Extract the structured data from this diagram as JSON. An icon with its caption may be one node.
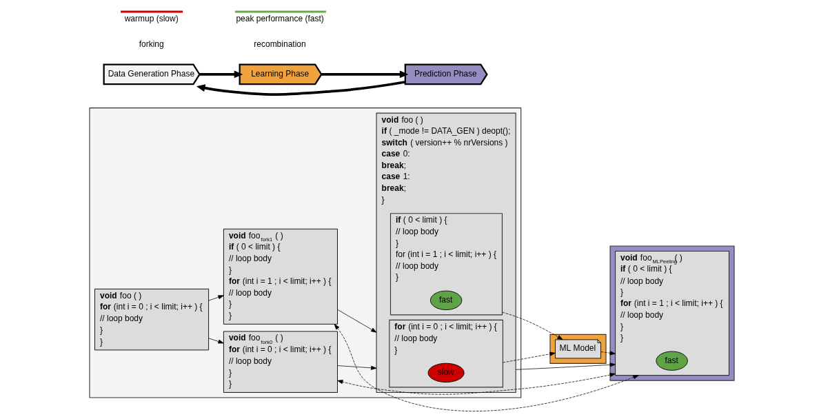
{
  "diagram": {
    "nodes": [
      {
        "text": [],
        "shape": "box"
      },
      {
        "text": [
          "**void** foo ( )",
          "**for** (int i = 0 ; i < limit; i++ ) {",
          "// loop body",
          "}",
          "}"
        ],
        "in": 0
      },
      {
        "text": [
          "**void** foo$_{fork0}$ ( )",
          "**for** (int i = 0 ; i < limit; i++ ) {",
          "// loop body",
          "}",
          "}"
        ],
        "in": 0
      },
      {
        "text": [
          "**void** foo$_{fork1}$ ( )",
          "**if** ( 0 < limit ) {",
          "// loop body",
          "}",
          "**for** (int i = 1 ; i < limit; i++ ) {",
          "// loop body",
          "}",
          "}"
        ],
        "in": 0
      },
      {
        "text": [
          "**void** foo ( )",
          "**if** ( _mode != DATA_GEN ) deopt();",
          "**switch** ( version++ % nrVersions )",
          "**case** 0:",
          "**break**;",
          "**case** 1:",
          "**break**;",
          "}"
        ],
        "in": 0
      },
      {
        "text": [
          "**for** (int i = 0 ; i < limit; i++ ) {",
          "// loop body",
          "}"
        ],
        "in": 4
      },
      {
        "text": [
          "slow"
        ],
        "in": 5
      },
      {
        "text": [
          "**if** ( 0 < limit ) {",
          "// loop body",
          "}",
          "for (int i = 1 ; i < limit; i++ ) {",
          "// loop body",
          "}"
        ],
        "in": 4
      },
      {
        "text": [
          "fast"
        ],
        "in": 7
      },
      {
        "text": [],
        "shape": "box"
      },
      {
        "text": [
          "ML Model"
        ],
        "in": 9
      },
      {
        "text": [],
        "shape": "box"
      },
      {
        "text": [
          "**void** foo$_{MLPeeling}$( )",
          "**if** ( 0 < limit ) {",
          "// loop body",
          "}",
          "**for** (int i = 1 ; i < limit; i++ ) {",
          "// loop body",
          "}",
          "}"
        ],
        "in": 11
      },
      {
        "text": [
          "fast"
        ],
        "in": 12
      },
      {
        "text": [
          "Data Generation Phase"
        ]
      },
      {
        "text": [
          "Learning Phase"
        ]
      },
      {
        "text": [
          "Prediction Phase"
        ]
      }
    ],
    "edges": [
      {
        "from": 1,
        "to": 2,
        "arrow": "to"
      },
      {
        "from": 1,
        "to": 3,
        "arrow": "to"
      },
      {
        "from": 2,
        "to": 4,
        "arrow": "to"
      },
      {
        "from": 3,
        "to": 4,
        "arrow": "to"
      },
      {
        "from": 5,
        "to": 10,
        "arrow": "to",
        "style": "dashed"
      },
      {
        "from": 7,
        "to": 10,
        "arrow": "to",
        "style": "dashed"
      },
      {
        "from": 4,
        "to": 12,
        "arrow": "to"
      },
      {
        "from": 10,
        "to": 12,
        "arrow": "to",
        "style": "dashed"
      },
      {
        "from": 12,
        "to": 2,
        "arrow": "both",
        "style": "dashed"
      },
      {
        "from": 12,
        "to": 3,
        "arrow": "both",
        "style": "dashed"
      },
      {
        "from": 14,
        "to": 15,
        "arrow": "to",
        "style": "thick"
      },
      {
        "from": 15,
        "to": 16,
        "arrow": "to",
        "style": "thick"
      },
      {
        "from": 16,
        "to": 14,
        "arrow": "to",
        "style": "thick"
      }
    ],
    "labels": [
      "forking",
      "recombination"
    ],
    "legend": [
      {
        "text": "warmup (slow)",
        "color": "#cc0000"
      },
      {
        "text": "peak performance (fast)",
        "color": "#6aaa4a"
      }
    ]
  }
}
